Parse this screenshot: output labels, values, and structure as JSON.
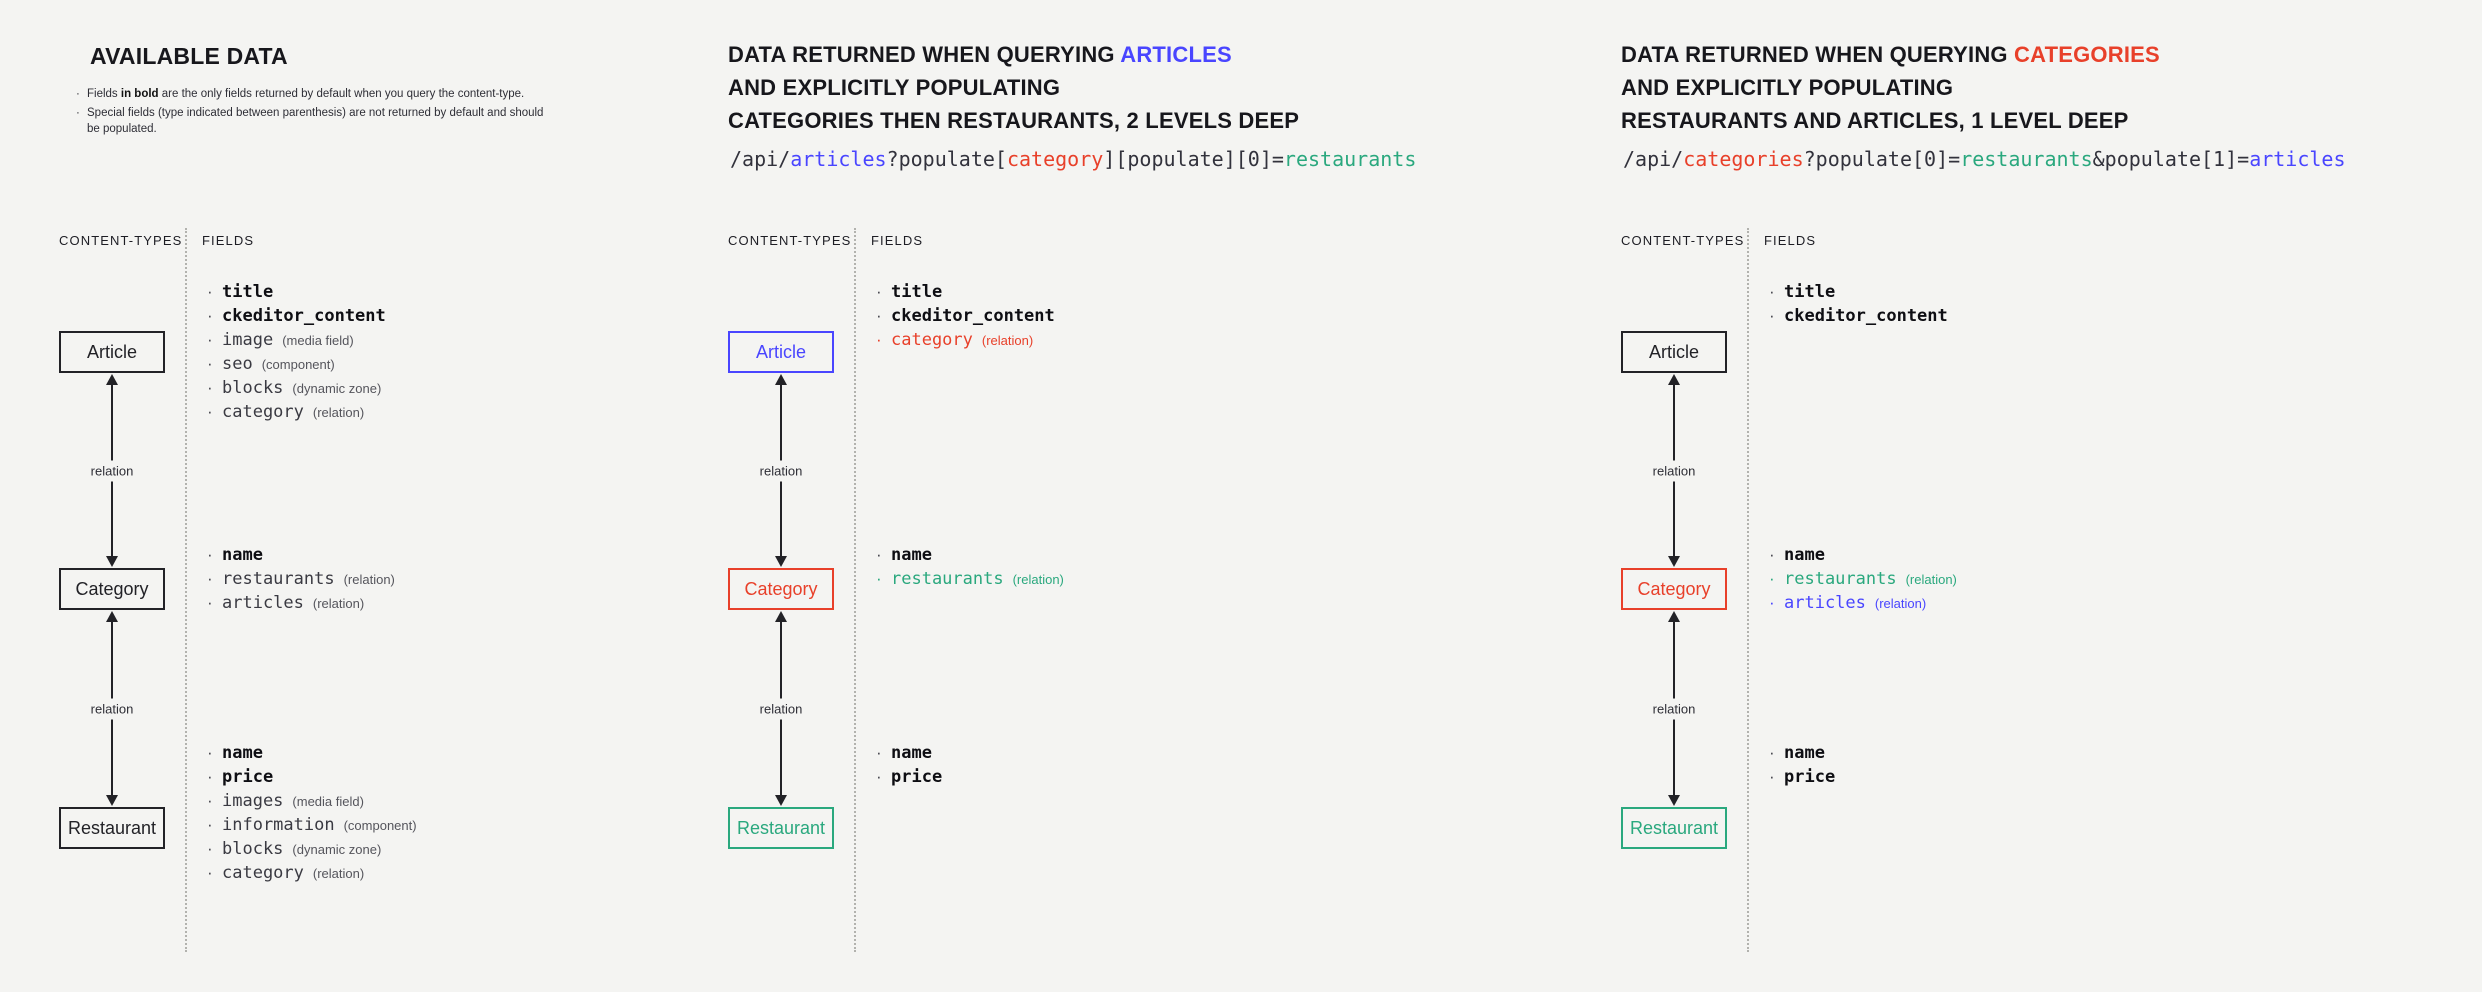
{
  "colors": {
    "background": "#f4f4f2",
    "blue": "#4945ff",
    "red": "#e8402a",
    "teal": "#2aa87e",
    "dark_text": "#222227"
  },
  "labels": {
    "content_types": "CONTENT-TYPES",
    "fields": "FIELDS",
    "relation": "relation",
    "bullet": "·"
  },
  "panel1": {
    "title": "AVAILABLE DATA",
    "note1_pre": "Fields ",
    "note1_bold": "in bold",
    "note1_post": " are the only fields returned by default when you query the content-type.",
    "note2": "Special fields (type indicated between parenthesis) are not returned by default and should be populated.",
    "boxes": {
      "article": "Article",
      "category": "Category",
      "restaurant": "Restaurant"
    },
    "article_fields": [
      {
        "name": "title",
        "type": ""
      },
      {
        "name": "ckeditor_content",
        "type": ""
      },
      {
        "name": "image",
        "type": "(media field)"
      },
      {
        "name": "seo",
        "type": "(component)"
      },
      {
        "name": "blocks",
        "type": "(dynamic zone)"
      },
      {
        "name": "category",
        "type": "(relation)"
      }
    ],
    "category_fields": [
      {
        "name": "name",
        "type": ""
      },
      {
        "name": "restaurants",
        "type": "(relation)"
      },
      {
        "name": "articles",
        "type": "(relation)"
      }
    ],
    "restaurant_fields": [
      {
        "name": "name",
        "type": ""
      },
      {
        "name": "price",
        "type": ""
      },
      {
        "name": "images",
        "type": "(media field)"
      },
      {
        "name": "information",
        "type": "(component)"
      },
      {
        "name": "blocks",
        "type": "(dynamic zone)"
      },
      {
        "name": "category",
        "type": "(relation)"
      }
    ]
  },
  "panel2": {
    "title_line1": "DATA RETURNED WHEN QUERYING ",
    "title_line1_highlight": "ARTICLES",
    "title_line2": "AND EXPLICITLY POPULATING",
    "title_line3": "CATEGORIES THEN RESTAURANTS, 2 LEVELS DEEP",
    "api": [
      "/api/",
      "articles",
      "?populate[",
      "category",
      "][populate][0]=",
      "restaurants"
    ],
    "boxes": {
      "article": "Article",
      "category": "Category",
      "restaurant": "Restaurant"
    },
    "article_fields": [
      {
        "name": "title",
        "type": ""
      },
      {
        "name": "ckeditor_content",
        "type": ""
      },
      {
        "name": "category",
        "type": "(relation)"
      }
    ],
    "category_fields": [
      {
        "name": "name",
        "type": ""
      },
      {
        "name": "restaurants",
        "type": "(relation)"
      }
    ],
    "restaurant_fields": [
      {
        "name": "name",
        "type": ""
      },
      {
        "name": "price",
        "type": ""
      }
    ]
  },
  "panel3": {
    "title_line1": "DATA RETURNED WHEN QUERYING ",
    "title_line1_highlight": "CATEGORIES",
    "title_line2": "AND EXPLICITLY POPULATING",
    "title_line3": "RESTAURANTS AND ARTICLES, 1 LEVEL DEEP",
    "api": [
      "/api/",
      "categories",
      "?populate[0]=",
      "restaurants",
      "&populate[1]=",
      "articles"
    ],
    "boxes": {
      "article": "Article",
      "category": "Category",
      "restaurant": "Restaurant"
    },
    "article_fields": [
      {
        "name": "title",
        "type": ""
      },
      {
        "name": "ckeditor_content",
        "type": ""
      }
    ],
    "category_fields": [
      {
        "name": "name",
        "type": ""
      },
      {
        "name": "restaurants",
        "type": "(relation)"
      },
      {
        "name": "articles",
        "type": "(relation)"
      }
    ],
    "restaurant_fields": [
      {
        "name": "name",
        "type": ""
      },
      {
        "name": "price",
        "type": ""
      }
    ]
  }
}
